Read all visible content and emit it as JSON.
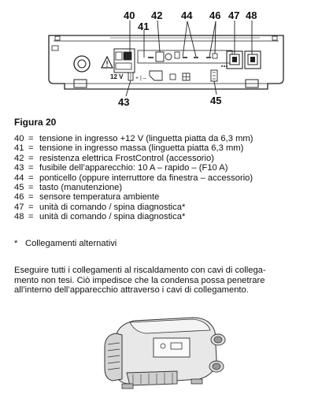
{
  "callouts": {
    "c40": "40",
    "c41": "41",
    "c42": "42",
    "c44": "44",
    "c46": "46",
    "c47": "47",
    "c48": "48",
    "c43": "43",
    "c45": "45"
  },
  "panel_labels": {
    "voltage": "12 V"
  },
  "caption": "Figura 20",
  "legend": [
    {
      "num": "40",
      "eq": "=",
      "text": "tensione in ingresso +12 V (linguetta piatta da 6,3 mm)"
    },
    {
      "num": "41",
      "eq": "=",
      "text": "tensione in ingresso massa (linguetta piatta 6,3 mm)"
    },
    {
      "num": "42",
      "eq": "=",
      "text": "resistenza elettrica FrostControl (accessorio)"
    },
    {
      "num": "43",
      "eq": "=",
      "text": "fusibile dell’apparecchio: 10 A – rapido – (F10 A)"
    },
    {
      "num": "44",
      "eq": "=",
      "text": "ponticello (oppure interruttore da finestra – accessorio)"
    },
    {
      "num": "45",
      "eq": "=",
      "text": "tasto (manutenzione)"
    },
    {
      "num": "46",
      "eq": "=",
      "text": "sensore temperatura ambiente"
    },
    {
      "num": "47",
      "eq": "=",
      "text": "unità di comando / spina diagnostica*"
    },
    {
      "num": "48",
      "eq": "=",
      "text": "unità di comando / spina diagnostica*"
    }
  ],
  "footnote": {
    "star": "*",
    "text": "Collegamenti alternativi"
  },
  "paragraph": [
    "Eseguire tutti i collegamenti al riscaldamento con cavi di collega-",
    "mento non tesi. Ciò impedisce che la condensa possa penetrare",
    "all’interno dell’apparecchio attraverso i cavi di collegamento."
  ],
  "icons": [
    "warning-triangle-icon",
    "fuse-icon",
    "socket-icon"
  ]
}
